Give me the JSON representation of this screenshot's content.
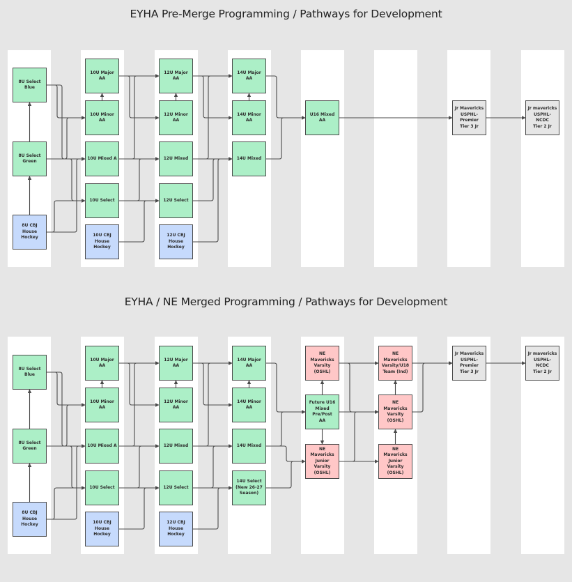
{
  "colors": {
    "background": "#e6e6e6",
    "lane": "#ffffff",
    "green": "#acefc7",
    "blue": "#c6dafc",
    "pink": "#ffc7c7",
    "gray": "#e6e6e6",
    "connector": "#4a4a4a"
  },
  "diagrams": [
    {
      "title": "EYHA Pre-Merge Programming / Pathways for Development",
      "nodes": {
        "u8_blue": {
          "label": "8U Select Blue",
          "color": "green"
        },
        "u8_green": {
          "label": "8U Select\nGreen",
          "color": "green"
        },
        "u8_house": {
          "label": "8U CBJ House\nHockey",
          "color": "blue"
        },
        "u10_major": {
          "label": "10U Major AA",
          "color": "green"
        },
        "u10_minor": {
          "label": "10U Minor AA",
          "color": "green"
        },
        "u10_mixed": {
          "label": "10U Mixed A",
          "color": "green"
        },
        "u10_select": {
          "label": "10U Select",
          "color": "green"
        },
        "u10_house": {
          "label": "10U CBJ House\nHockey",
          "color": "blue"
        },
        "u12_major": {
          "label": "12U Major AA",
          "color": "green"
        },
        "u12_minor": {
          "label": "12U Minor AA",
          "color": "green"
        },
        "u12_mixed": {
          "label": "12U Mixed",
          "color": "green"
        },
        "u12_select": {
          "label": "12U Select",
          "color": "green"
        },
        "u12_house": {
          "label": "12U CBJ House\nHockey",
          "color": "blue"
        },
        "u14_major": {
          "label": "14U Major AA",
          "color": "green"
        },
        "u14_minor": {
          "label": "14U Minor AA",
          "color": "green"
        },
        "u14_mixed": {
          "label": "14U Mixed",
          "color": "green"
        },
        "u16_mixed": {
          "label": "U16 Mixed AA",
          "color": "green"
        },
        "jr_premier": {
          "label": "Jr Mavericks\nUSPHL-Premier\nTier 3 Jr",
          "color": "gray"
        },
        "jr_ncdc": {
          "label": "Jr mavericks\nUSPHL-NCDC\nTier 2 Jr",
          "color": "gray"
        }
      },
      "edges": [
        [
          "u8_green",
          "u8_blue"
        ],
        [
          "u8_house",
          "u8_green"
        ],
        [
          "u8_blue",
          "u10_minor"
        ],
        [
          "u8_blue",
          "u10_mixed"
        ],
        [
          "u8_green",
          "u10_minor"
        ],
        [
          "u8_green",
          "u10_mixed"
        ],
        [
          "u8_green",
          "u10_select"
        ],
        [
          "u8_house",
          "u10_mixed"
        ],
        [
          "u8_house",
          "u10_select"
        ],
        [
          "u10_minor",
          "u10_major"
        ],
        [
          "u10_major",
          "u12_major"
        ],
        [
          "u10_major",
          "u12_minor"
        ],
        [
          "u10_mixed",
          "u12_major"
        ],
        [
          "u10_mixed",
          "u12_mixed"
        ],
        [
          "u10_select",
          "u12_mixed"
        ],
        [
          "u10_select",
          "u12_select"
        ],
        [
          "u10_house",
          "u12_select"
        ],
        [
          "u12_minor",
          "u12_major"
        ],
        [
          "u12_major",
          "u14_major"
        ],
        [
          "u12_major",
          "u14_minor"
        ],
        [
          "u12_mixed",
          "u14_major"
        ],
        [
          "u12_mixed",
          "u14_mixed"
        ],
        [
          "u12_select",
          "u14_mixed"
        ],
        [
          "u12_house",
          "u14_mixed"
        ],
        [
          "u14_minor",
          "u14_major"
        ],
        [
          "u14_major",
          "u16_mixed"
        ],
        [
          "u14_mixed",
          "u16_mixed"
        ],
        [
          "u16_mixed",
          "jr_premier"
        ],
        [
          "jr_premier",
          "jr_ncdc"
        ]
      ]
    },
    {
      "title": "EYHA / NE Merged Programming / Pathways for Development",
      "nodes": {
        "u8_blue": {
          "label": "8U Select Blue",
          "color": "green"
        },
        "u8_green": {
          "label": "8U Select\nGreen",
          "color": "green"
        },
        "u8_house": {
          "label": "8U CBJ House\nHockey",
          "color": "blue"
        },
        "u10_major": {
          "label": "10U Major AA",
          "color": "green"
        },
        "u10_minor": {
          "label": "10U Minor AA",
          "color": "green"
        },
        "u10_mixed": {
          "label": "10U Mixed A",
          "color": "green"
        },
        "u10_select": {
          "label": "10U Select",
          "color": "green"
        },
        "u10_house": {
          "label": "10U CBJ House\nHockey",
          "color": "blue"
        },
        "u12_major": {
          "label": "12U Major AA",
          "color": "green"
        },
        "u12_minor": {
          "label": "12U Minor AA",
          "color": "green"
        },
        "u12_mixed": {
          "label": "12U Mixed",
          "color": "green"
        },
        "u12_select": {
          "label": "12U Select",
          "color": "green"
        },
        "u12_house": {
          "label": "12U CBJ House\nHockey",
          "color": "blue"
        },
        "u14_major": {
          "label": "14U Major AA",
          "color": "green"
        },
        "u14_minor": {
          "label": "14U Minor AA",
          "color": "green"
        },
        "u14_mixed": {
          "label": "14U Mixed",
          "color": "green"
        },
        "u14_select": {
          "label": "14U Select\n(New 26-27\nSeason)",
          "color": "green"
        },
        "ne_varsity_a": {
          "label": "NE Mavericks\nVarsity (OSHL)",
          "color": "pink"
        },
        "u16_future": {
          "label": "Future U16\nMixed Pre/Post\nAA",
          "color": "green"
        },
        "ne_jv_a": {
          "label": "NE Mavericks\nJunior Varsity\n(OSHL)",
          "color": "pink"
        },
        "ne_u18": {
          "label": "NE Mavericks\nVarsity/U18\nTeam (Ind)",
          "color": "pink"
        },
        "ne_varsity_b": {
          "label": "NE Mavericks\nVarsity (OSHL)",
          "color": "pink"
        },
        "ne_jv_b": {
          "label": "NE Mavericks\nJunior Varsity\n(OSHL)",
          "color": "pink"
        },
        "jr_premier": {
          "label": "Jr Mavericks\nUSPHL-Premier\nTier 3 Jr",
          "color": "gray"
        },
        "jr_ncdc": {
          "label": "Jr mavericks\nUSPHL-NCDC\nTier 2 Jr",
          "color": "gray"
        }
      },
      "edges": [
        [
          "u8_green",
          "u8_blue"
        ],
        [
          "u8_house",
          "u8_green"
        ],
        [
          "u8_blue",
          "u10_minor"
        ],
        [
          "u8_blue",
          "u10_mixed"
        ],
        [
          "u8_green",
          "u10_minor"
        ],
        [
          "u8_green",
          "u10_mixed"
        ],
        [
          "u8_green",
          "u10_select"
        ],
        [
          "u8_house",
          "u10_mixed"
        ],
        [
          "u8_house",
          "u10_select"
        ],
        [
          "u10_minor",
          "u10_major"
        ],
        [
          "u10_major",
          "u12_major"
        ],
        [
          "u10_major",
          "u12_minor"
        ],
        [
          "u10_mixed",
          "u12_major"
        ],
        [
          "u10_mixed",
          "u12_mixed"
        ],
        [
          "u10_select",
          "u12_mixed"
        ],
        [
          "u10_select",
          "u12_select"
        ],
        [
          "u10_house",
          "u12_select"
        ],
        [
          "u12_minor",
          "u12_major"
        ],
        [
          "u12_major",
          "u14_major"
        ],
        [
          "u12_major",
          "u14_minor"
        ],
        [
          "u12_mixed",
          "u14_major"
        ],
        [
          "u12_mixed",
          "u14_mixed"
        ],
        [
          "u12_select",
          "u14_mixed"
        ],
        [
          "u12_select",
          "u14_select"
        ],
        [
          "u12_house",
          "u14_select"
        ],
        [
          "u14_minor",
          "u14_major"
        ],
        [
          "u14_major",
          "u16_future"
        ],
        [
          "u14_mixed",
          "u16_future"
        ],
        [
          "u14_mixed",
          "ne_jv_a"
        ],
        [
          "u14_select",
          "ne_jv_a"
        ],
        [
          "u16_future",
          "ne_varsity_a"
        ],
        [
          "u16_future",
          "ne_jv_a"
        ],
        [
          "ne_varsity_a",
          "ne_u18"
        ],
        [
          "ne_varsity_a",
          "ne_varsity_b"
        ],
        [
          "u16_future",
          "ne_varsity_b"
        ],
        [
          "ne_jv_a",
          "ne_varsity_b"
        ],
        [
          "ne_jv_a",
          "ne_jv_b"
        ],
        [
          "ne_varsity_b",
          "ne_u18"
        ],
        [
          "ne_jv_b",
          "ne_varsity_b"
        ],
        [
          "ne_u18",
          "jr_premier"
        ],
        [
          "ne_varsity_b",
          "jr_premier"
        ],
        [
          "jr_premier",
          "jr_ncdc"
        ]
      ]
    }
  ]
}
